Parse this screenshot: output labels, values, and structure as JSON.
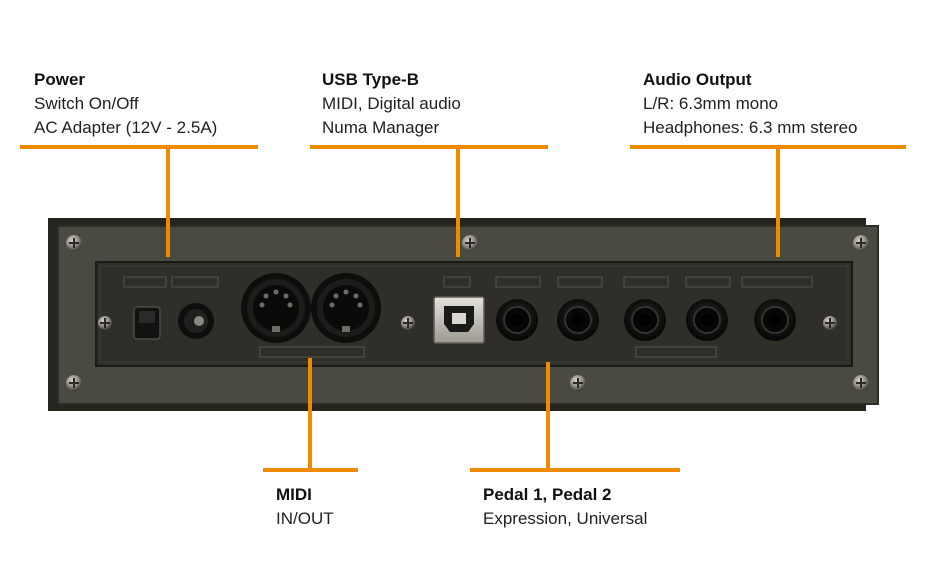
{
  "accent_color": "#f08a00",
  "callouts": {
    "power": {
      "title": "Power",
      "lines": [
        "Switch On/Off",
        "AC Adapter (12V - 2.5A)"
      ]
    },
    "usb": {
      "title": "USB Type-B",
      "lines": [
        "MIDI, Digital audio",
        "Numa Manager"
      ]
    },
    "audio": {
      "title": "Audio Output",
      "lines": [
        "L/R: 6.3mm mono",
        "Headphones: 6.3 mm stereo"
      ]
    },
    "midi": {
      "title": "MIDI",
      "lines": [
        "IN/OUT"
      ]
    },
    "pedal": {
      "title": "Pedal 1, Pedal 2",
      "lines": [
        "Expression, Universal"
      ]
    }
  },
  "panel": {
    "port_count": {
      "switch": 1,
      "dc_jack": 1,
      "midi_din": 2,
      "usb_b": 1,
      "quarter_inch_jacks": 5
    }
  }
}
